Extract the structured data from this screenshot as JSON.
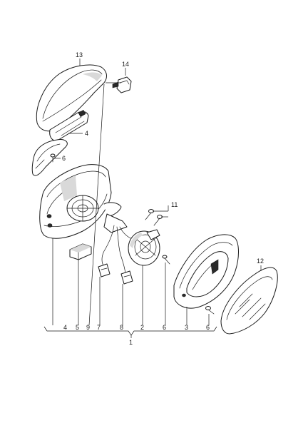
{
  "callouts": {
    "c13": "13",
    "c14": "14",
    "c4_top": "4",
    "c6_top": "6",
    "c11": "11",
    "c12": "12",
    "c1": "1"
  },
  "bottom_row": [
    "4",
    "5",
    "9",
    "7",
    "8",
    "2",
    "6",
    "3",
    "6"
  ],
  "colors": {
    "line": "#1a1a1a",
    "shade": "#d9d9d9",
    "background": "#ffffff"
  }
}
